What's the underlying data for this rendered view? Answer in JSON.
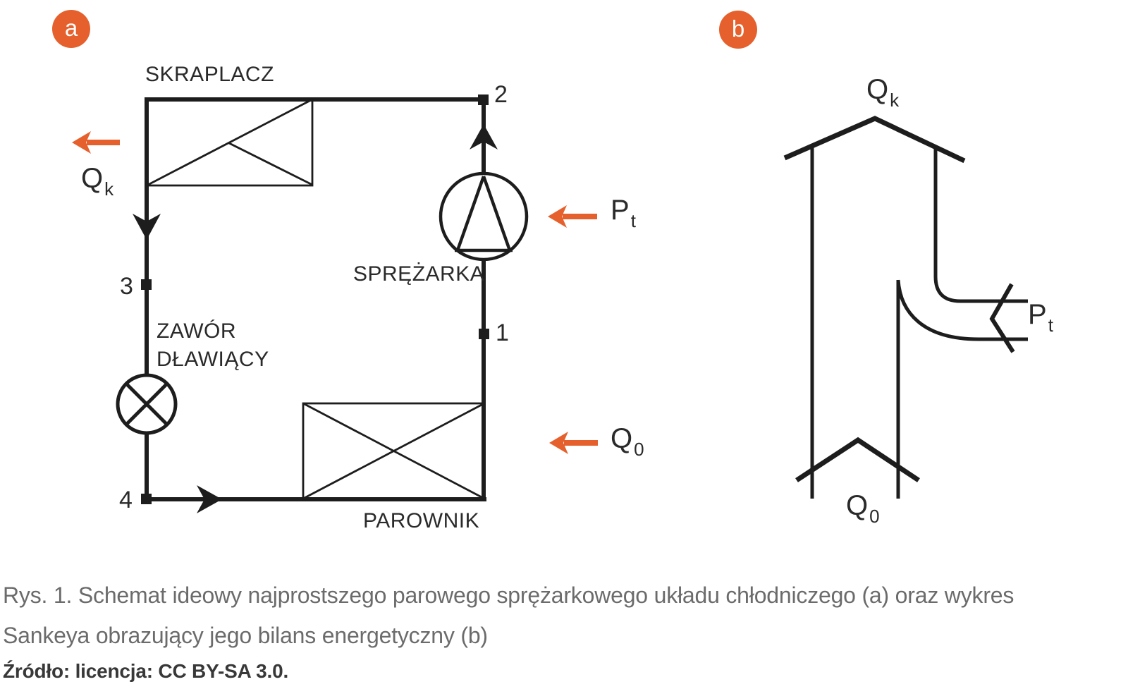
{
  "badges": {
    "a": "a",
    "b": "b"
  },
  "colors": {
    "accent_orange": "#e5602c",
    "line_black": "#1d1d1d",
    "caption_gray": "#6b6b6b",
    "source_dark": "#383838"
  },
  "diagram_a": {
    "components": {
      "condenser": "SKRAPLACZ",
      "compressor": "SPRĘŻARKA",
      "valve_line1": "ZAWÓR",
      "valve_line2": "DŁAWIĄCY",
      "evaporator": "PAROWNIK"
    },
    "nodes": {
      "n1": "1",
      "n2": "2",
      "n3": "3",
      "n4": "4"
    },
    "flows": {
      "qk": {
        "main": "Q",
        "sub": "k"
      },
      "pt": {
        "main": "P",
        "sub": "t"
      },
      "q0": {
        "main": "Q",
        "sub": "0"
      }
    }
  },
  "diagram_b": {
    "flows": {
      "qk": {
        "main": "Q",
        "sub": "k"
      },
      "pt": {
        "main": "P",
        "sub": "t"
      },
      "q0": {
        "main": "Q",
        "sub": "0"
      }
    }
  },
  "caption": {
    "line1": "Rys. 1. Schemat ideowy najprostszego parowego sprężarkowego układu chłodniczego (a) oraz wykres",
    "line2": "Sankeya obrazujący jego bilans energetyczny (b)",
    "source": "Źródło: licencja: CC BY-SA 3.0."
  }
}
